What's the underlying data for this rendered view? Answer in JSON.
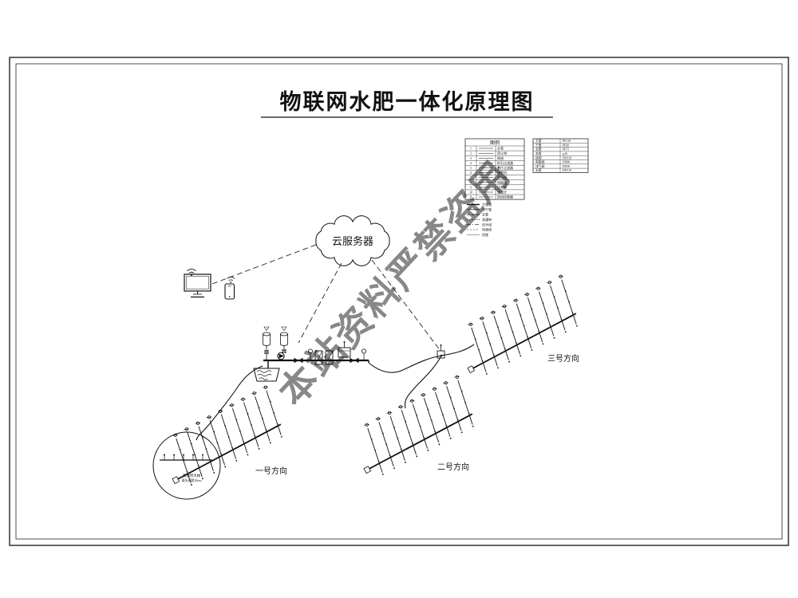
{
  "page": {
    "title": "物联网水肥一体化原理图"
  },
  "watermark": {
    "text": "本站资料严禁盗用"
  },
  "cloud": {
    "label": "云服务器"
  },
  "zones": {
    "z1": "一号方向",
    "z2": "二号方向",
    "z3": "三号方向"
  },
  "detail": {
    "caption": "滴灌带大样",
    "spec": "滴头间距30cm"
  },
  "legend": {
    "title": "图例",
    "rows": [
      {
        "num": "1",
        "name": "水泵"
      },
      {
        "num": "2",
        "name": "逆止阀"
      },
      {
        "num": "3",
        "name": "闸阀"
      },
      {
        "num": "4",
        "name": "砂石过滤器"
      },
      {
        "num": "5",
        "name": "叠片过滤器"
      },
      {
        "num": "6",
        "name": "施肥机"
      },
      {
        "num": "7",
        "name": "肥料桶"
      },
      {
        "num": "8",
        "name": "电磁阀"
      },
      {
        "num": "9",
        "name": "压力表"
      },
      {
        "num": "10",
        "name": "流量计"
      },
      {
        "num": "11",
        "name": "田间控制器"
      }
    ],
    "line_rows": [
      {
        "name": "主管道"
      },
      {
        "name": "分干管"
      },
      {
        "name": "支管"
      },
      {
        "name": "滴灌带"
      },
      {
        "name": "信号线"
      },
      {
        "name": "电源线"
      },
      {
        "name": "田埂"
      }
    ]
  },
  "spec_table": {
    "rows": [
      {
        "name": "主管",
        "spec": "PE110"
      },
      {
        "name": "干管",
        "spec": "PE90"
      },
      {
        "name": "支管",
        "spec": "PE75"
      },
      {
        "name": "毛管",
        "spec": "φ16"
      },
      {
        "name": "球阀",
        "spec": "DN110"
      },
      {
        "name": "电磁阀",
        "spec": "DN80"
      },
      {
        "name": "排气阀",
        "spec": "DN50"
      },
      {
        "name": "水表",
        "spec": "DN110"
      }
    ]
  }
}
